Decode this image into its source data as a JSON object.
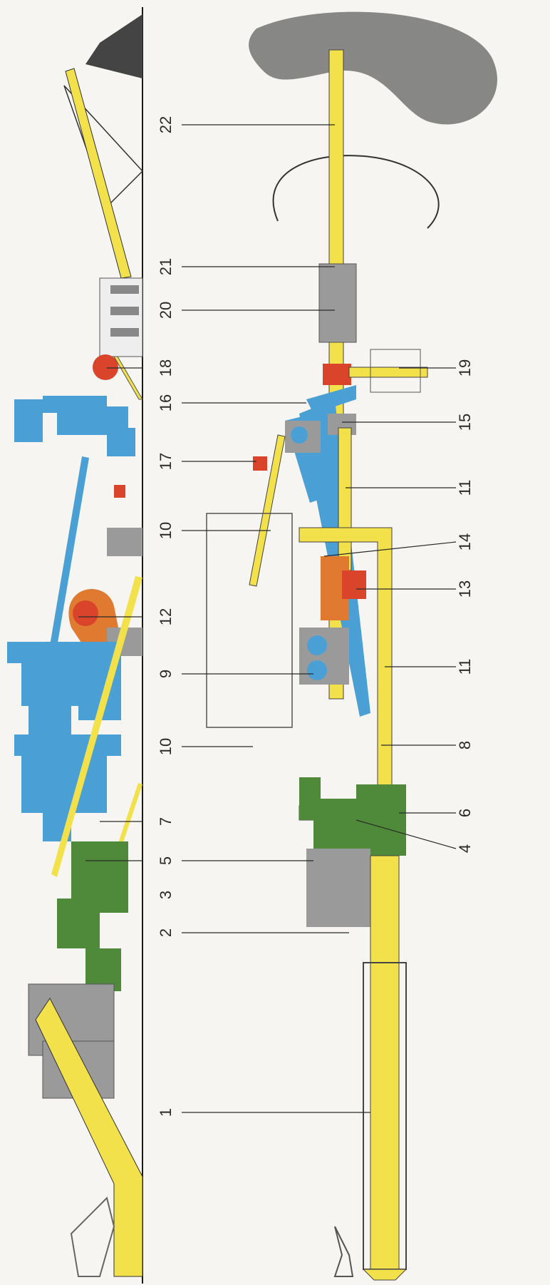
{
  "colors": {
    "conveyor": "#f2e14a",
    "ducting": "#4a9fd4",
    "crusher": "#4f8a3a",
    "rotary": "#e07a30",
    "red_unit": "#d9442b",
    "grey_unit": "#9a9a9a",
    "stockpile": "#555555"
  },
  "labels": [
    {
      "id": "1",
      "text": "1"
    },
    {
      "id": "2",
      "text": "2"
    },
    {
      "id": "3",
      "text": "3"
    },
    {
      "id": "4",
      "text": "4"
    },
    {
      "id": "5",
      "text": "5"
    },
    {
      "id": "6",
      "text": "6"
    },
    {
      "id": "7",
      "text": "7"
    },
    {
      "id": "8",
      "text": "8"
    },
    {
      "id": "9",
      "text": "9"
    },
    {
      "id": "10a",
      "text": "10"
    },
    {
      "id": "10b",
      "text": "10"
    },
    {
      "id": "11a",
      "text": "11"
    },
    {
      "id": "11b",
      "text": "11"
    },
    {
      "id": "12",
      "text": "12"
    },
    {
      "id": "13",
      "text": "13"
    },
    {
      "id": "14",
      "text": "14"
    },
    {
      "id": "15",
      "text": "15"
    },
    {
      "id": "16",
      "text": "16"
    },
    {
      "id": "17",
      "text": "17"
    },
    {
      "id": "18",
      "text": "18"
    },
    {
      "id": "19",
      "text": "19"
    },
    {
      "id": "20",
      "text": "20"
    },
    {
      "id": "21",
      "text": "21"
    },
    {
      "id": "22",
      "text": "22"
    }
  ]
}
